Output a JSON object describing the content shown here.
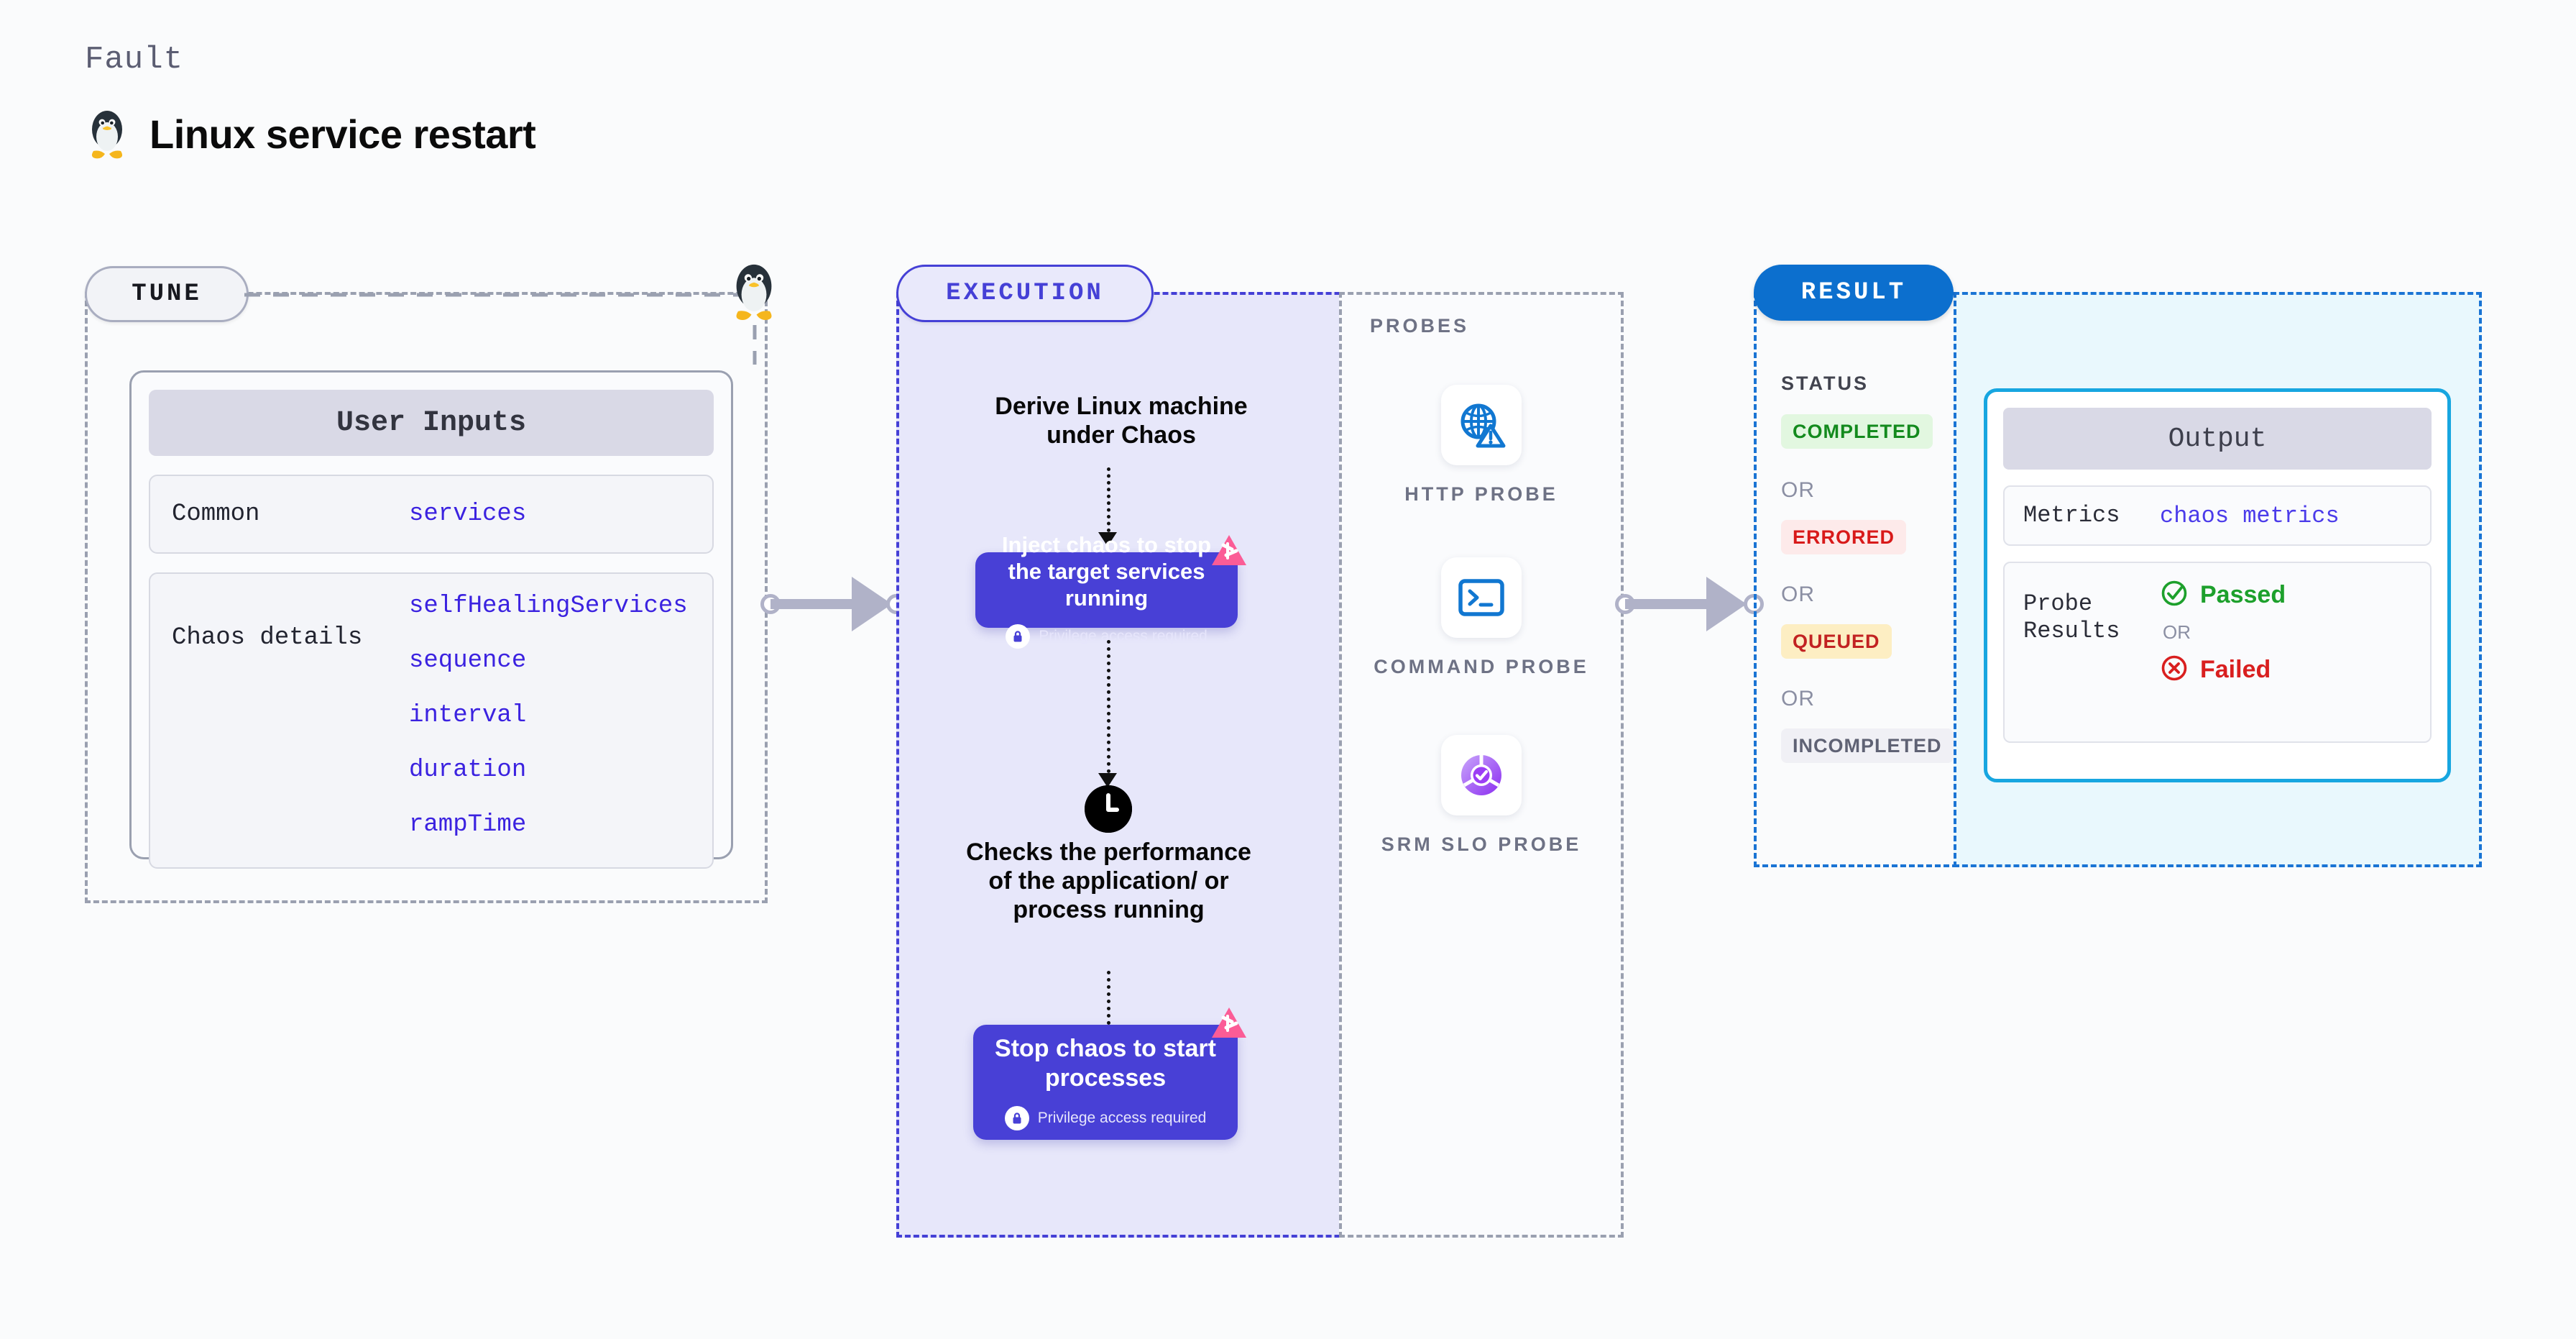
{
  "header": {
    "eyebrow": "Fault",
    "title": "Linux service restart",
    "icon": "linux-penguin-icon"
  },
  "tune": {
    "pill_label": "TUNE",
    "card_title": "User Inputs",
    "rows": [
      {
        "label": "Common",
        "values": [
          "services"
        ]
      },
      {
        "label": "Chaos details",
        "values": [
          "selfHealingServices",
          "sequence",
          "interval",
          "duration",
          "rampTime"
        ]
      }
    ]
  },
  "execution": {
    "pill_label": "EXECUTION",
    "step_1_text": "Derive Linux machine under Chaos",
    "inject_box": {
      "title": "Inject chaos to stop the target services running",
      "note": "Privilege access required",
      "badge_icon": "litmus-chaos-icon",
      "lock_icon": "lock-icon"
    },
    "clock_text": "Checks the performance of the application/ or process running",
    "clock_icon": "clock-icon",
    "stop_box": {
      "title": "Stop chaos to start processes",
      "note": "Privilege access required",
      "badge_icon": "litmus-chaos-icon",
      "lock_icon": "lock-icon"
    }
  },
  "probes": {
    "label": "PROBES",
    "items": [
      {
        "caption": "HTTP PROBE",
        "icon": "globe-warning-icon"
      },
      {
        "caption": "COMMAND PROBE",
        "icon": "terminal-icon"
      },
      {
        "caption": "SRM SLO PROBE",
        "icon": "slo-donut-check-icon"
      }
    ]
  },
  "result": {
    "pill_label": "RESULT",
    "status_label": "STATUS",
    "or_label": "OR",
    "statuses": [
      {
        "text": "COMPLETED",
        "bg": "#e2f7e0",
        "fg": "#138a1d"
      },
      {
        "text": "ERRORED",
        "bg": "#fdeaea",
        "fg": "#d81a1a"
      },
      {
        "text": "QUEUED",
        "bg": "#fdeec3",
        "fg": "#c22222"
      },
      {
        "text": "INCOMPLETED",
        "bg": "#f0f0f5",
        "fg": "#5f6274"
      }
    ]
  },
  "output": {
    "card_title": "Output",
    "rows": [
      {
        "label": "Metrics",
        "value": "chaos metrics"
      }
    ],
    "probe_results": {
      "label": "Probe Results",
      "passed": "Passed",
      "or": "OR",
      "failed": "Failed",
      "passed_icon": "check-circle-icon",
      "failed_icon": "x-circle-icon"
    }
  },
  "colors": {
    "accent_purple": "#4840d6",
    "accent_blue": "#0c6fce",
    "accent_cyan": "#17a6e0",
    "pink_badge": "#fb5c96",
    "value_text": "#3b22e0"
  }
}
